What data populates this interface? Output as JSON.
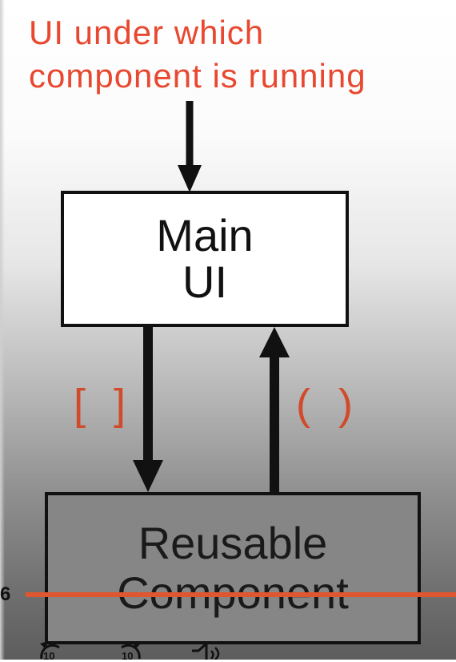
{
  "slide": {
    "heading_line_1": "UI under which",
    "heading_line_2": "component is running",
    "main_box": {
      "line1": "Main",
      "line2": "UI"
    },
    "reusable_box": {
      "line1": "Reusable",
      "line2": "Component"
    },
    "label_down": "[ ]",
    "label_up": "( )"
  },
  "player": {
    "time_label": "6",
    "rewind_label": "10",
    "forward_label": "10",
    "progress_color": "#e0572f",
    "icons": [
      "rewind-10-icon",
      "forward-10-icon",
      "volume-icon"
    ]
  },
  "colors": {
    "heading": "#e8482f",
    "bracket": "#d14a2a",
    "arrow": "#111111"
  }
}
